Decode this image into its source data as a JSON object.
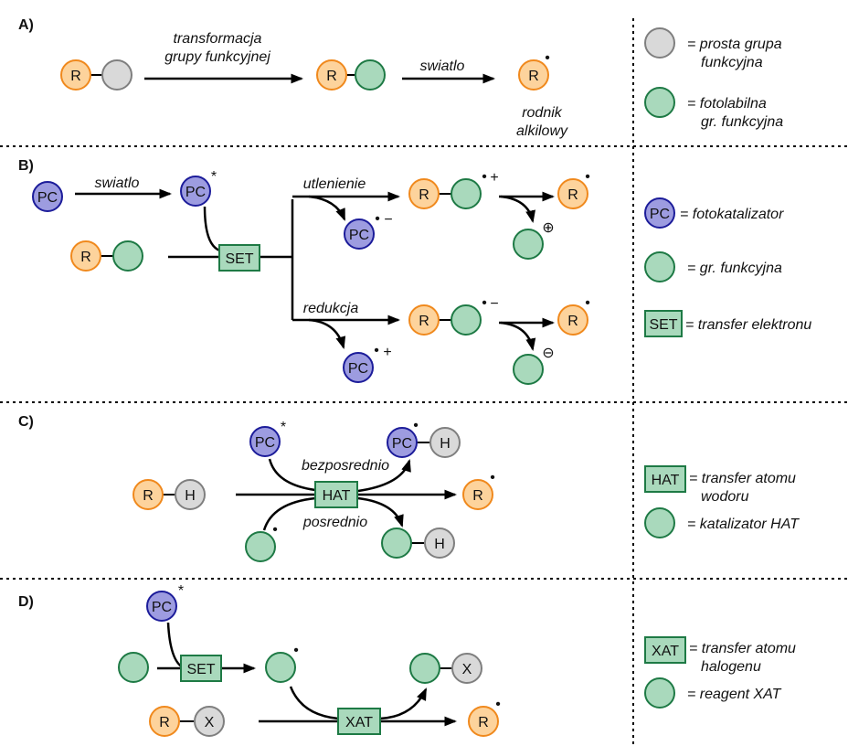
{
  "sections": {
    "a": "A)",
    "b": "B)",
    "c": "C)",
    "d": "D)"
  },
  "glyphs": {
    "r": "R",
    "h": "H",
    "x": "X",
    "pc": "PC",
    "star": "*",
    "dot": "•",
    "cation": "+",
    "anion": "−",
    "oplus": "⊕",
    "ominus": "⊖"
  },
  "boxes": {
    "set": "SET",
    "hat": "HAT",
    "xat": "XAT"
  },
  "a": {
    "step1_line1": "transformacja",
    "step1_line2": "grupy funkcyjnej",
    "step2": "swiatlo",
    "product_line1": "rodnik",
    "product_line2": "alkilowy"
  },
  "b": {
    "light": "swiatlo",
    "oxidation": "utlenienie",
    "reduction": "redukcja"
  },
  "c": {
    "direct": "bezposrednio",
    "indirect": "posrednio"
  },
  "legend": {
    "a1_line1": "= prosta grupa",
    "a1_line2": "funkcyjna",
    "a2_line1": "= fotolabilna",
    "a2_line2": "gr. funkcyjna",
    "b1": "= fotokatalizator",
    "b2": "= gr. funkcyjna",
    "b3": "= transfer elektronu",
    "c1_line1": "= transfer atomu",
    "c1_line2": "wodoru",
    "c2": "= katalizator HAT",
    "d1_line1": "= transfer atomu",
    "d1_line2": "halogenu",
    "d2": "= reagent XAT"
  }
}
